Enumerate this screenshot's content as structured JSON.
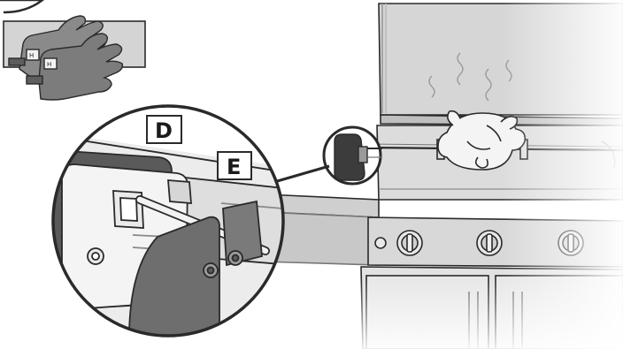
{
  "labels": {
    "d": "D",
    "e": "E"
  },
  "glove_marking": "H",
  "icons": [
    "gloves-icon",
    "rotisserie-motor-icon",
    "chicken-icon",
    "control-knob-icon"
  ],
  "colors": {
    "outline": "#2a2a2a",
    "grill_grey": "#d2d2d2",
    "panel_dark": "#6e6e6e",
    "motor_dark": "#3c3c3c",
    "glove_grey": "#8a8a8a"
  }
}
